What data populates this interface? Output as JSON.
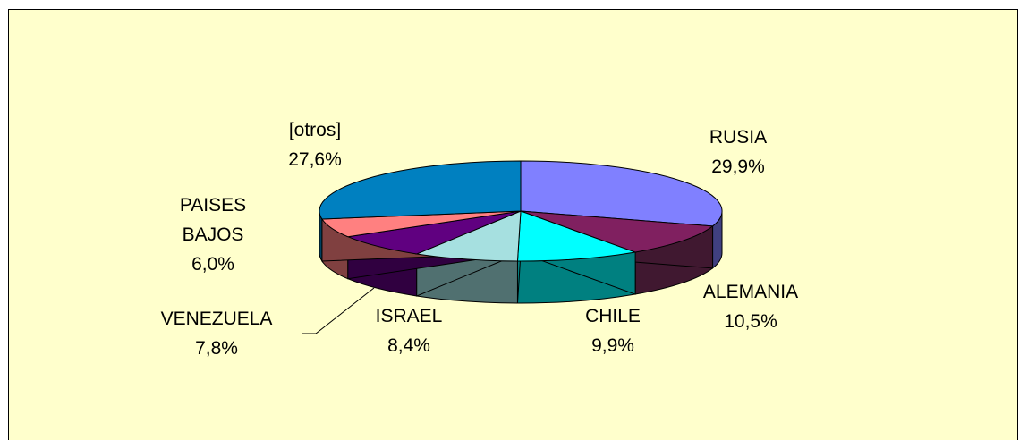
{
  "chart_data": {
    "type": "pie",
    "categories": [
      "RUSIA",
      "ALEMANIA",
      "CHILE",
      "ISRAEL",
      "VENEZUELA",
      "PAISES BAJOS",
      "[otros]"
    ],
    "values": [
      29.9,
      10.5,
      9.9,
      8.4,
      7.8,
      6.0,
      27.6
    ],
    "value_labels": [
      "29,9%",
      "10,5%",
      "9,9%",
      "8,4%",
      "7,8%",
      "6,0%",
      "27,6%"
    ],
    "colors": [
      "#8080ff",
      "#802060",
      "#00ffff",
      "#a6e0e0",
      "#600080",
      "#ff8080",
      "#0080c0"
    ],
    "side_colors": [
      "#404080",
      "#401830",
      "#008080",
      "#507070",
      "#300040",
      "#804040",
      "#004060"
    ],
    "style": "3d",
    "legend": "none"
  }
}
